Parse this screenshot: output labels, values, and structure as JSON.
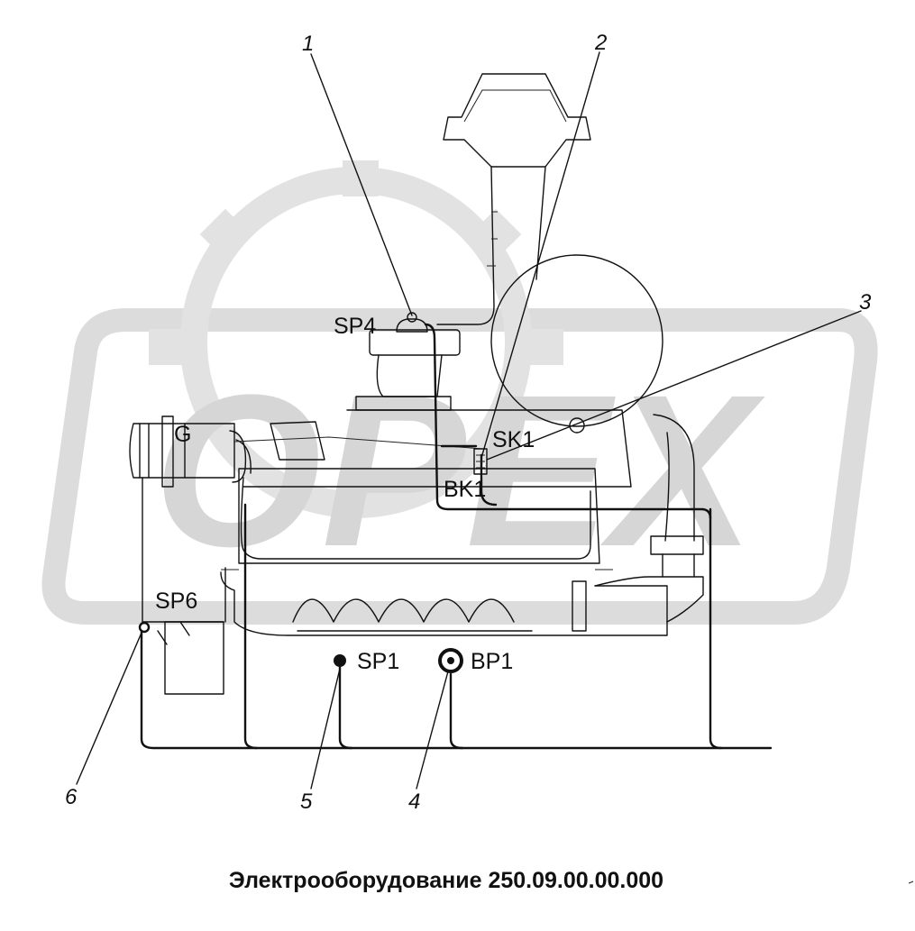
{
  "diagram": {
    "title": "Электрооборудование 250.09.00.00.000",
    "watermark": "OPEX",
    "components": {
      "sp4": "SP4",
      "g": "G",
      "sk1": "SK1",
      "bk1": "BK1",
      "sp6": "SP6",
      "sp1": "SP1",
      "bp1": "BP1"
    },
    "callouts": [
      "1",
      "2",
      "3",
      "4",
      "5",
      "6"
    ]
  }
}
